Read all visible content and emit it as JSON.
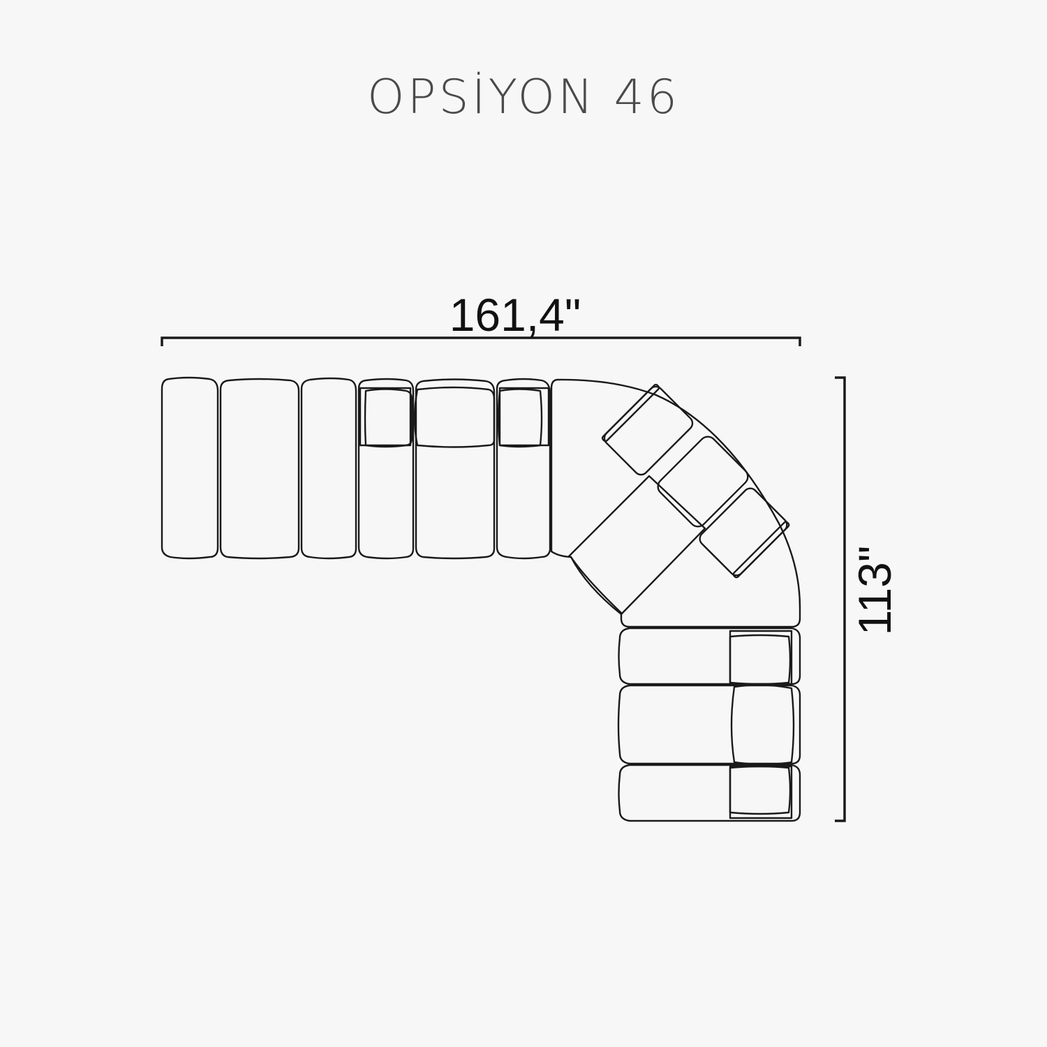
{
  "title": "OPSİYON 46",
  "dimensions": {
    "width_label": "161,4\"",
    "height_label": "113\""
  },
  "colors": {
    "background": "#f7f7f7",
    "line": "#1a1a1a",
    "title": "#4a4a4a"
  }
}
